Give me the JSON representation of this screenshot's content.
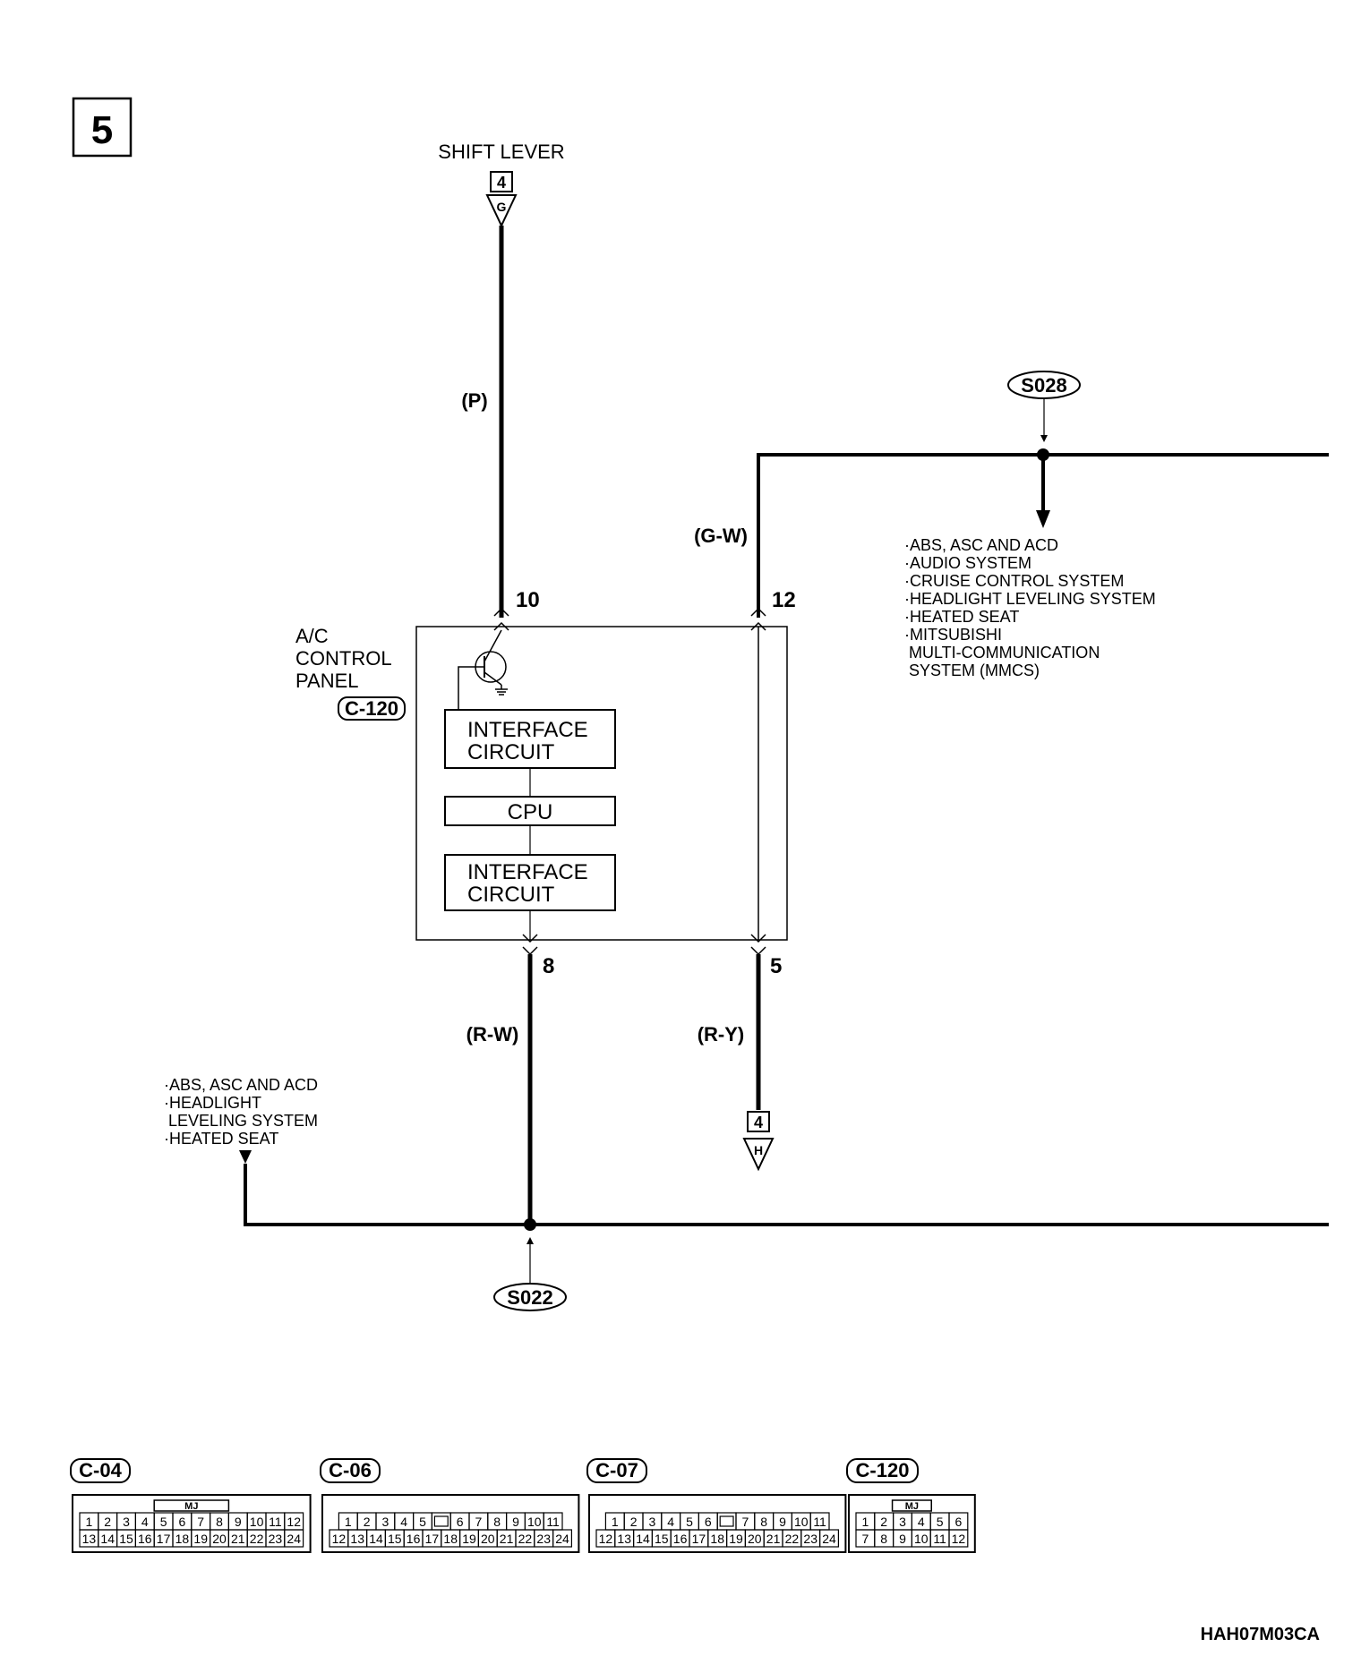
{
  "page_number": "5",
  "drawing_code": "HAH07M03CA",
  "shift_lever": {
    "label": "SHIFT LEVER",
    "num": "4",
    "letter": "G"
  },
  "connector_h": {
    "num": "4",
    "letter": "H"
  },
  "component": {
    "label_lines": [
      "A/C",
      "CONTROL",
      "PANEL"
    ],
    "connector": "C-120",
    "blocks": [
      [
        "INTERFACE",
        "CIRCUIT"
      ],
      [
        "CPU"
      ],
      [
        "INTERFACE",
        "CIRCUIT"
      ]
    ]
  },
  "pins": {
    "p10": "10",
    "p12": "12",
    "p8": "8",
    "p5": "5"
  },
  "wires": {
    "p": "(P)",
    "gw": "(G-W)",
    "rw": "(R-W)",
    "ry": "(R-Y)"
  },
  "splices": {
    "top": "S028",
    "bottom": "S022"
  },
  "right_systems": [
    "·ABS, ASC AND ACD",
    "·AUDIO SYSTEM",
    "·CRUISE CONTROL SYSTEM",
    "·HEADLIGHT LEVELING SYSTEM",
    "·HEATED SEAT",
    "·MITSUBISHI",
    " MULTI-COMMUNICATION",
    " SYSTEM (MMCS)"
  ],
  "left_systems": [
    "·ABS, ASC AND ACD",
    "·HEADLIGHT",
    " LEVELING SYSTEM",
    "·HEATED SEAT"
  ],
  "connectors": [
    {
      "id": "C-04",
      "tag": "MJ",
      "rows": [
        [
          "1",
          "2",
          "3",
          "4",
          "5",
          "6",
          "7",
          "8",
          "9",
          "10",
          "11",
          "12"
        ],
        [
          "13",
          "14",
          "15",
          "16",
          "17",
          "18",
          "19",
          "20",
          "21",
          "22",
          "23",
          "24"
        ]
      ]
    },
    {
      "id": "C-06",
      "rows": [
        [
          "1",
          "2",
          "3",
          "4",
          "5",
          "",
          "6",
          "7",
          "8",
          "9",
          "10",
          "11"
        ],
        [
          "12",
          "13",
          "14",
          "15",
          "16",
          "17",
          "18",
          "19",
          "20",
          "21",
          "22",
          "23",
          "24"
        ]
      ]
    },
    {
      "id": "C-07",
      "rows": [
        [
          "1",
          "2",
          "3",
          "4",
          "5",
          "6",
          "",
          "7",
          "8",
          "9",
          "10",
          "11"
        ],
        [
          "12",
          "13",
          "14",
          "15",
          "16",
          "17",
          "18",
          "19",
          "20",
          "21",
          "22",
          "23",
          "24"
        ]
      ]
    },
    {
      "id": "C-120",
      "tag": "MJ",
      "rows": [
        [
          "1",
          "2",
          "3",
          "4",
          "5",
          "6"
        ],
        [
          "7",
          "8",
          "9",
          "10",
          "11",
          "12"
        ]
      ]
    }
  ]
}
